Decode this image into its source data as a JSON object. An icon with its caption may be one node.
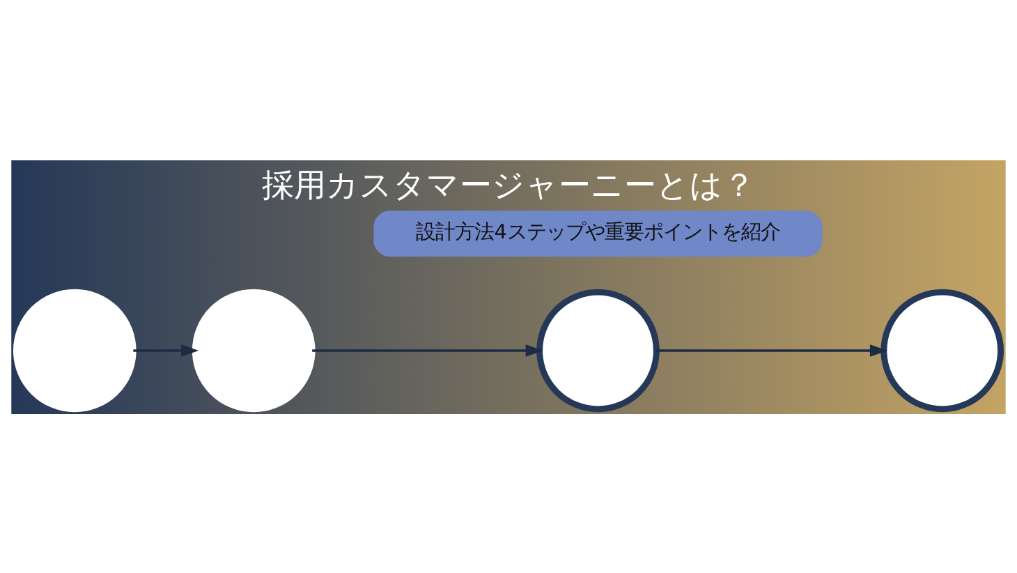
{
  "diagram": {
    "title": "採用カスタマージャーニーとは？",
    "nodes": [
      {
        "text": [
          "設計方法4ステップや重要ポイントを紹介"
        ]
      },
      {
        "text": [],
        "shape": "circle"
      },
      {
        "text": [],
        "shape": "circle"
      },
      {
        "text": [],
        "shape": "circle"
      },
      {
        "text": [],
        "shape": "circle"
      }
    ],
    "edges": [
      {
        "from": 1,
        "to": 2,
        "arrow": "to"
      },
      {
        "from": 2,
        "to": 3,
        "arrow": "to"
      },
      {
        "from": 3,
        "to": 4,
        "arrow": "to"
      }
    ]
  }
}
